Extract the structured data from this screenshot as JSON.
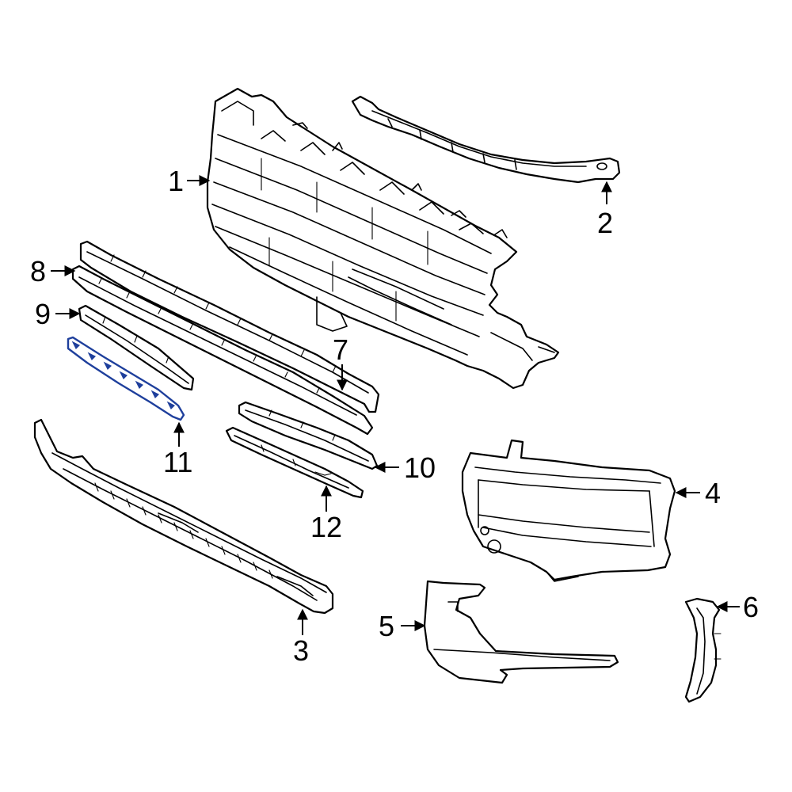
{
  "diagram": {
    "highlight_color": "#1e3f9c",
    "line_color": "#000000",
    "callouts": [
      {
        "id": "1",
        "label": "1"
      },
      {
        "id": "2",
        "label": "2"
      },
      {
        "id": "3",
        "label": "3"
      },
      {
        "id": "4",
        "label": "4"
      },
      {
        "id": "5",
        "label": "5"
      },
      {
        "id": "6",
        "label": "6"
      },
      {
        "id": "7",
        "label": "7"
      },
      {
        "id": "8",
        "label": "8"
      },
      {
        "id": "9",
        "label": "9"
      },
      {
        "id": "10",
        "label": "10"
      },
      {
        "id": "11",
        "label": "11"
      },
      {
        "id": "12",
        "label": "12"
      }
    ],
    "highlighted_part": "11"
  }
}
